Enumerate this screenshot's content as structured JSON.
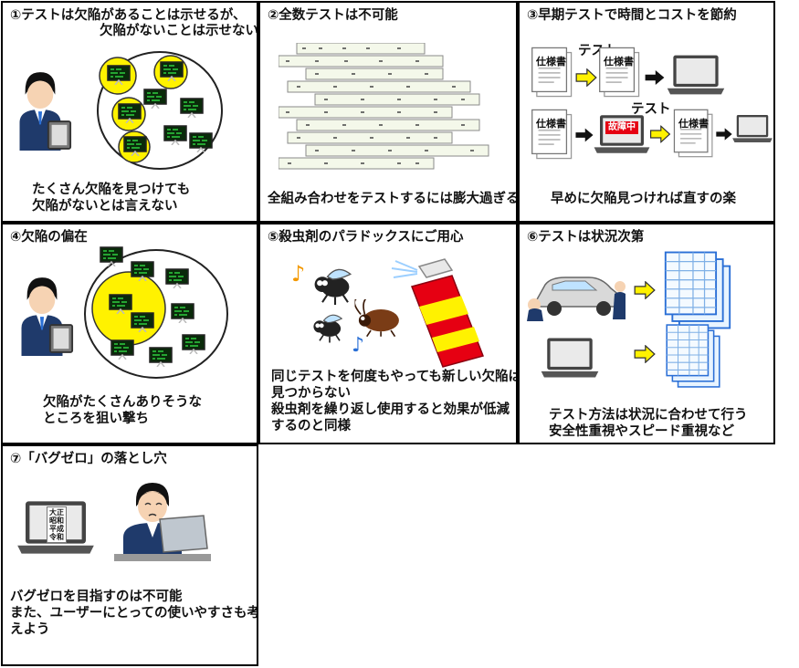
{
  "panels": [
    {
      "id": "p1",
      "title_line1": "①テストは欠陥があることは示せるが、",
      "title_line2": "欠陥がないことは示せない",
      "caption_line1": "たくさん欠陥を見つけても",
      "caption_line2": "欠陥がないとは言えない"
    },
    {
      "id": "p2",
      "title": "②全数テストは不可能",
      "caption": "全組み合わせをテストするには膨大過ぎる"
    },
    {
      "id": "p3",
      "title": "③早期テストで時間とコストを節約",
      "doc_label": "仕様書",
      "test_label": "テスト",
      "broken_label": "故障中",
      "caption": "早めに欠陥見つければ直すの楽"
    },
    {
      "id": "p4",
      "title": "④欠陥の偏在",
      "caption_line1": "欠陥がたくさんありそうな",
      "caption_line2": "ところを狙い撃ち"
    },
    {
      "id": "p5",
      "title": "⑤殺虫剤のパラドックスにご用心",
      "caption_line1": "同じテストを何度もやっても新しい欠陥は",
      "caption_line2": "見つからない",
      "caption_line3": "殺虫剤を繰り返し使用すると効果が低減",
      "caption_line4": "するのと同様"
    },
    {
      "id": "p6",
      "title": "⑥テストは状況次第",
      "caption_line1": "テスト方法は状況に合わせて行う",
      "caption_line2": "安全性重視やスピード重視など"
    },
    {
      "id": "p7",
      "title": "⑦「バグゼロ」の落とし穴",
      "caption_line1": "バグゼロを目指すのは不可能",
      "caption_line2": "また、ユーザーにとっての使いやすさも考",
      "caption_line3": "えよう"
    }
  ],
  "era_names": [
    "大正",
    "昭和",
    "平成",
    "令和"
  ],
  "colors": {
    "border": "#000000",
    "highlight_yellow": "#fff200",
    "alert_red": "#e60012",
    "suit_navy": "#1f3a6b",
    "screen_green": "#2ecc40"
  },
  "icons": [
    "tester-person-icon",
    "bug-icon",
    "laptop-icon",
    "document-icon",
    "arrow-right-icon",
    "spray-can-icon",
    "car-icon",
    "sheet-stack-icon",
    "worried-person-icon"
  ]
}
